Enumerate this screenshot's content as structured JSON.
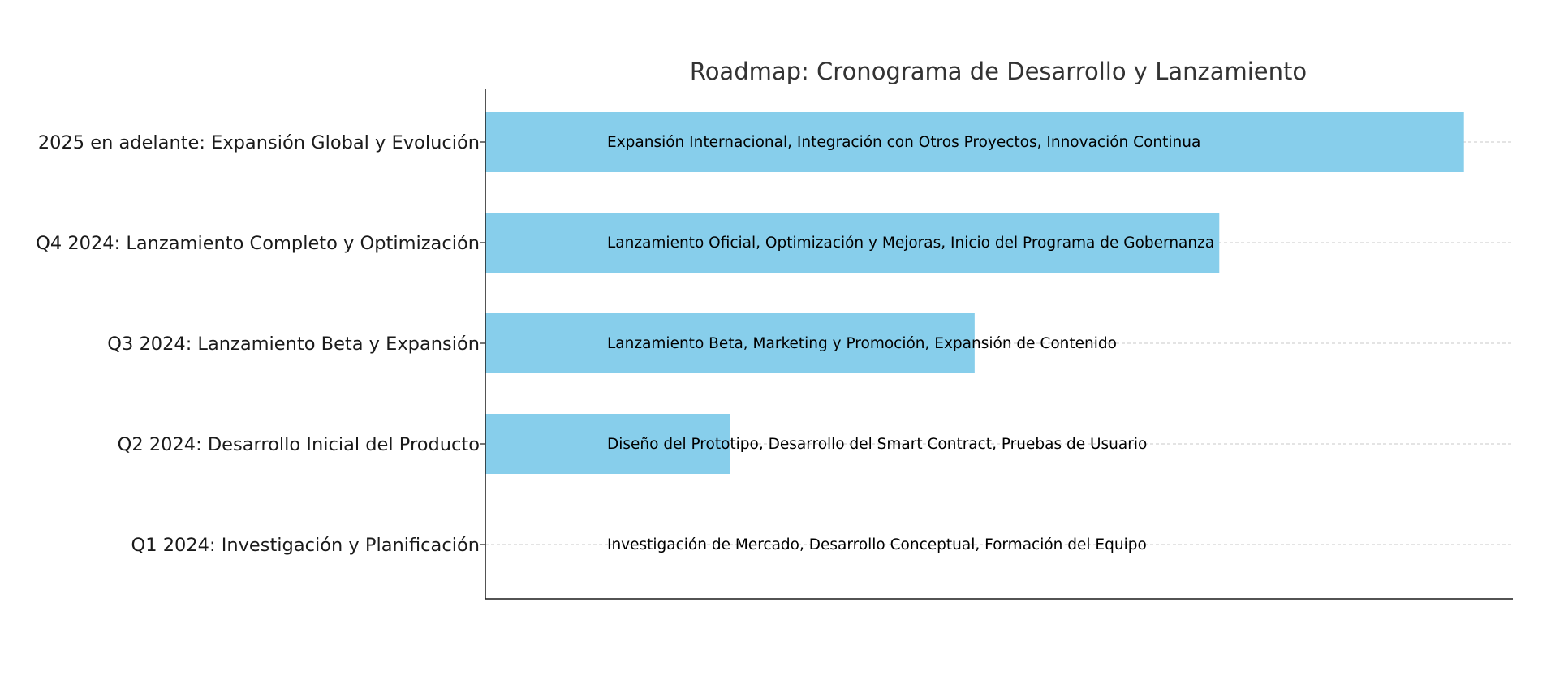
{
  "chart_data": {
    "type": "bar",
    "orientation": "horizontal",
    "title": "Roadmap: Cronograma de Desarrollo y Lanzamiento",
    "xlabel": "",
    "ylabel": "",
    "xlim": [
      0,
      4.2
    ],
    "grid": "horizontal dashed",
    "legend": "none",
    "bar_color": "#87CEEB",
    "categories": [
      "Q1 2024: Investigación y Planificación",
      "Q2 2024: Desarrollo Inicial del Producto",
      "Q3 2024: Lanzamiento Beta y Expansión",
      "Q4 2024: Lanzamiento Completo y Optimización",
      "2025 en adelante: Expansión Global y Evolución"
    ],
    "values": [
      0,
      1,
      2,
      3,
      4
    ],
    "annotations": [
      "Investigación de Mercado, Desarrollo Conceptual, Formación del Equipo",
      "Diseño del Prototipo, Desarrollo del Smart Contract, Pruebas de Usuario",
      "Lanzamiento Beta, Marketing y Promoción, Expansión de Contenido",
      "Lanzamiento Oficial, Optimización y Mejoras, Inicio del Programa de Gobernanza",
      "Expansión Internacional, Integración con Otros Proyectos, Innovación Continua"
    ]
  }
}
